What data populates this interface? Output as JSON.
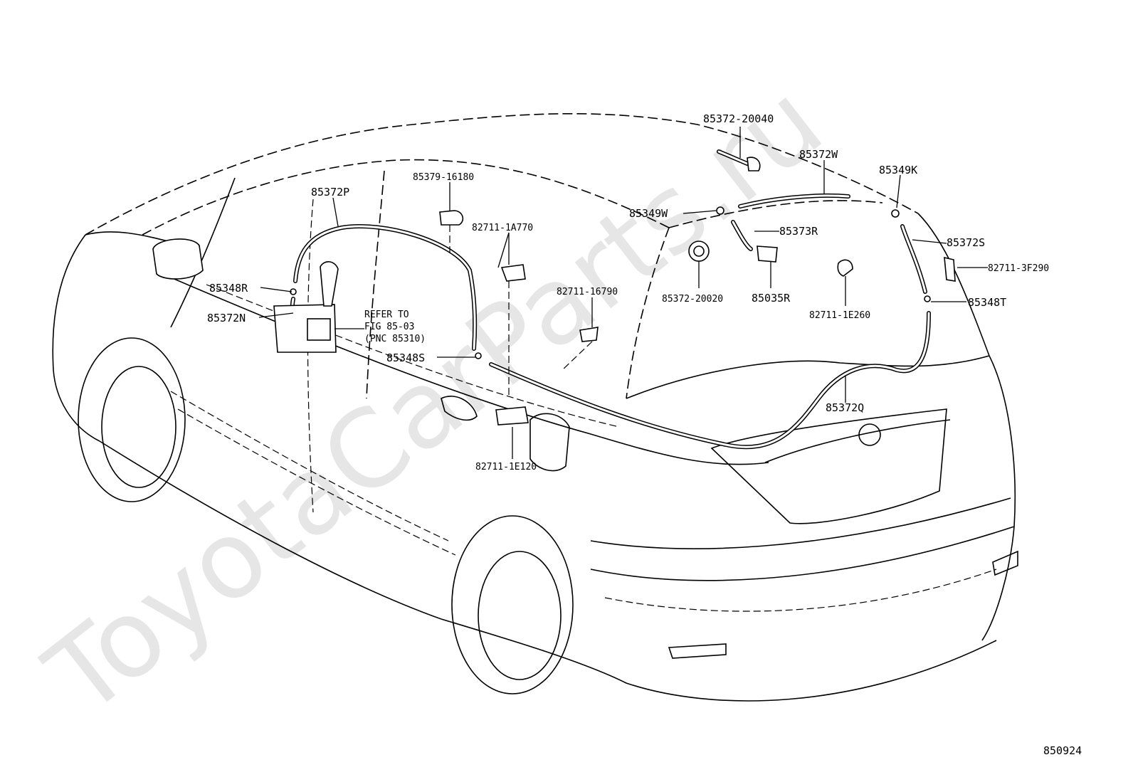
{
  "watermark": "ToyotaCarParts.ru",
  "figure_code": "850924",
  "parts": {
    "p85372_20040": "85372-20040",
    "p85372W": "85372W",
    "p85349K": "85349K",
    "p85349W": "85349W",
    "p85373R": "85373R",
    "p85372S": "85372S",
    "p82711_3F290": "82711-3F290",
    "p85372_20020": "85372-20020",
    "p85035R": "85035R",
    "p82711_1E260": "82711-1E260",
    "p85348T": "85348T",
    "p85379_16180": "85379-16180",
    "p85372P": "85372P",
    "p82711_1A770": "82711-1A770",
    "p82711_16790": "82711-16790",
    "p85348R": "85348R",
    "p85372N": "85372N",
    "p85348S": "85348S",
    "p85372Q": "85372Q",
    "p82711_1E120": "82711-1E120"
  },
  "refer": {
    "line1": "REFER TO",
    "line2": "FIG 85-03",
    "line3": "(PNC 85310)"
  }
}
